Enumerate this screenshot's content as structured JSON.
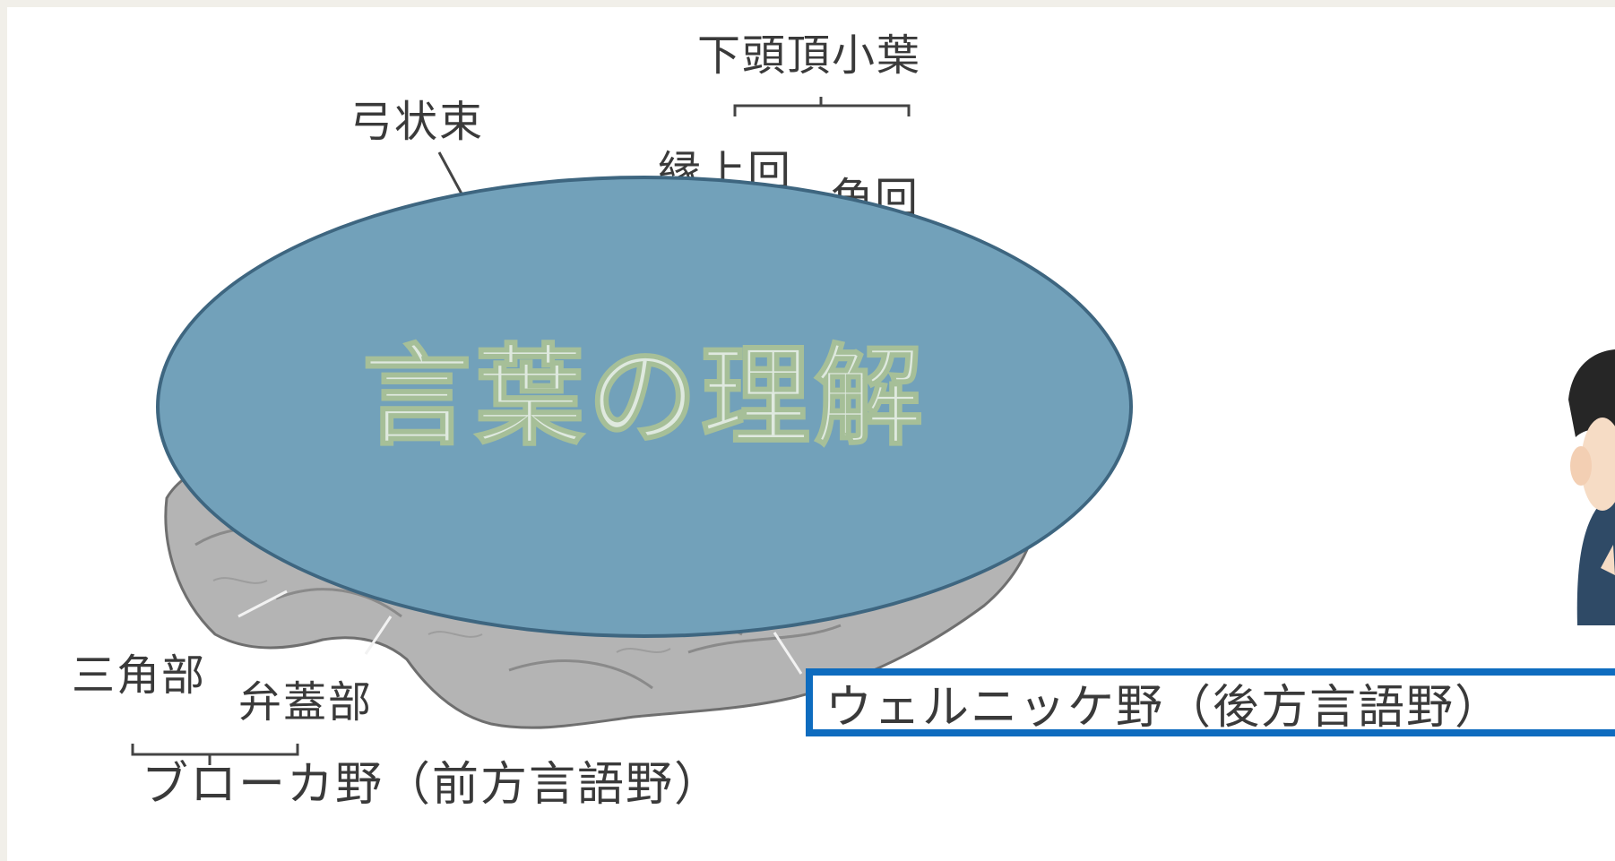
{
  "diagram": {
    "labels": {
      "lower_parietal": "下頭頂小葉",
      "arcuate": "弓状束",
      "supramarginal": "縁上回",
      "angular": "角回",
      "triangular": "三角部",
      "opercular": "弁蓋部",
      "broca": "ブローカ野（前方言語野）",
      "wernicke": "ウェルニッケ野（後方言語野）"
    },
    "overlay": {
      "text": "言葉の理解",
      "fill_color": "#72a1ba",
      "text_color": "#dfe9df"
    },
    "highlight_box_color": "#0e6cbf",
    "icons": [
      "brain-illustration",
      "person-illustration"
    ]
  }
}
